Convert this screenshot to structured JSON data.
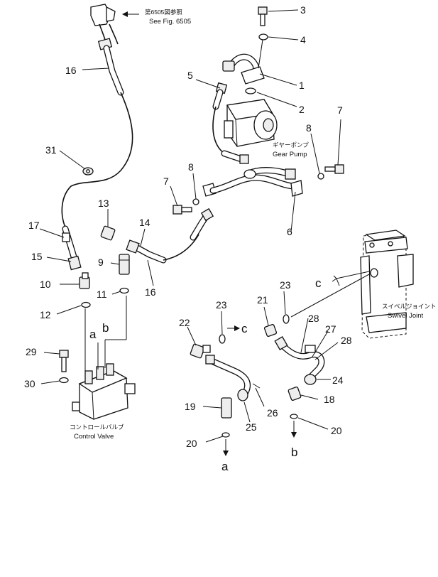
{
  "callouts": {
    "c1": "1",
    "c2": "2",
    "c3": "3",
    "c4": "4",
    "c5": "5",
    "c6": "6",
    "c7a": "7",
    "c7b": "7",
    "c8a": "8",
    "c8b": "8",
    "c9": "9",
    "c10": "10",
    "c11": "11",
    "c12": "12",
    "c13": "13",
    "c14": "14",
    "c15": "15",
    "c16a": "16",
    "c16b": "16",
    "c17": "17",
    "c18": "18",
    "c19": "19",
    "c20a": "20",
    "c20b": "20",
    "c21": "21",
    "c22": "22",
    "c23a": "23",
    "c23b": "23",
    "c24": "24",
    "c25": "25",
    "c26": "26",
    "c27": "27",
    "c28a": "28",
    "c28b": "28",
    "c29": "29",
    "c30": "30",
    "c31": "31"
  },
  "captions": {
    "see_fig_jp": "第6505図参照",
    "see_fig_en": "See Fig. 6505",
    "gear_pump_jp": "ギヤーポンプ",
    "gear_pump_en": "Gear Pump",
    "swivel_joint_jp": "スイベルジョイント",
    "swivel_joint_en": "Swivel Joint",
    "control_valve_jp": "コントロールバルブ",
    "control_valve_en": "Control Valve"
  },
  "letters": {
    "a_top": "a",
    "b_top": "b",
    "a_bottom": "a",
    "b_bottom": "b",
    "c_mid": "c",
    "c_right": "c"
  }
}
